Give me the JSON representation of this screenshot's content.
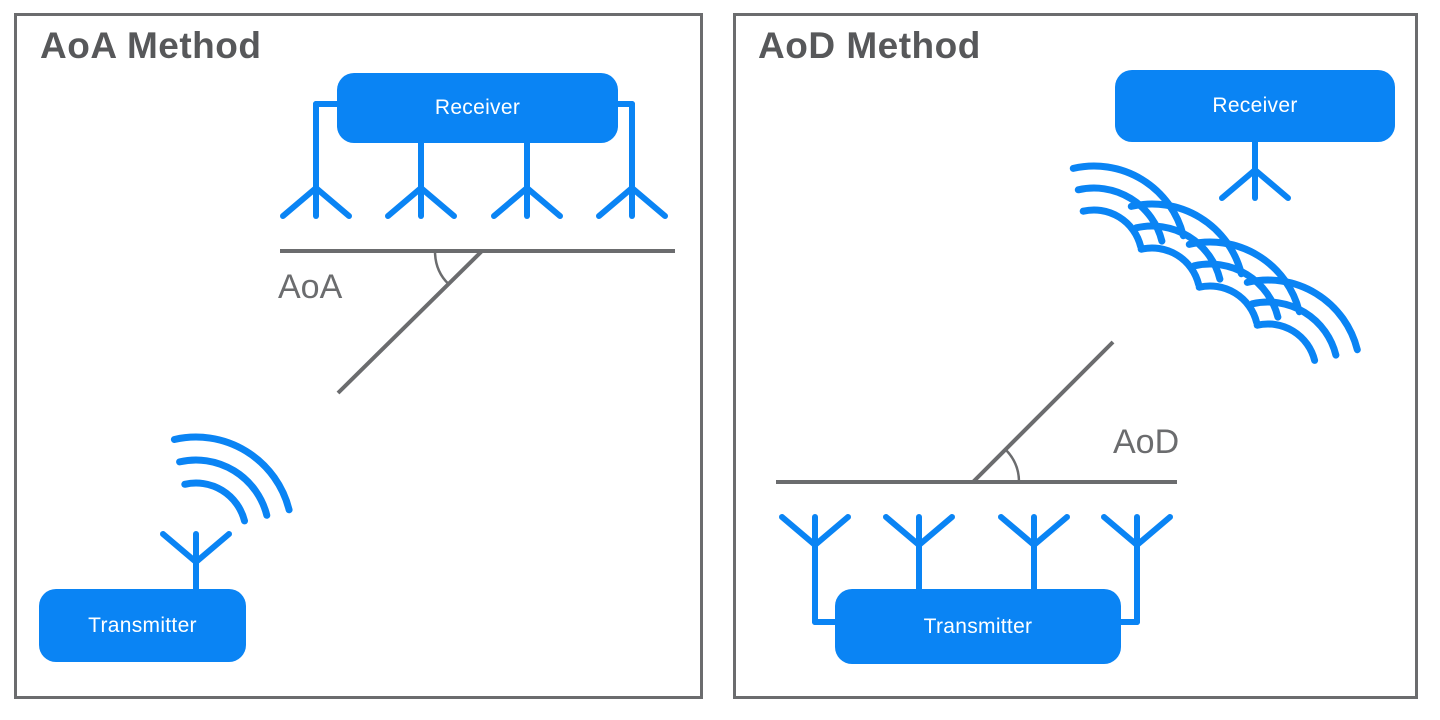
{
  "colors": {
    "accent_blue": "#0A84F4",
    "line_gray": "#6B6C6E",
    "title_gray": "#57585A",
    "box_text": "#FFFFFF",
    "background": "#FFFFFF"
  },
  "panels": [
    {
      "id": "aoa",
      "title": "AoA Method",
      "angle_label": "AoA",
      "receiver_label": "Receiver",
      "transmitter_label": "Transmitter"
    },
    {
      "id": "aod",
      "title": "AoD Method",
      "angle_label": "AoD",
      "receiver_label": "Receiver",
      "transmitter_label": "Transmitter"
    }
  ]
}
